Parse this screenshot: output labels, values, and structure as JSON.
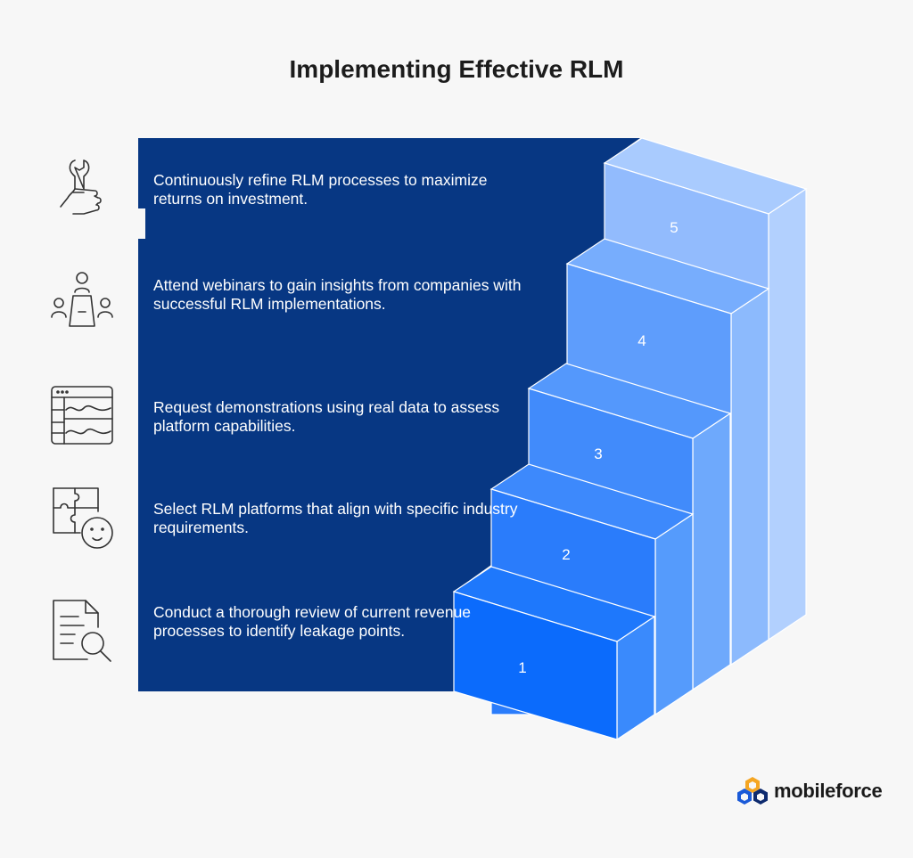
{
  "title": "Implementing Effective RLM",
  "colors": {
    "background": "#f7f7f7",
    "panel": "#073783",
    "step_fronts": [
      "#0b6bfc",
      "#2a7cfb",
      "#418bfb",
      "#5e9dfc",
      "#92bbfd"
    ],
    "step_tops": [
      "#1e78fc",
      "#3d89fc",
      "#5498fc",
      "#77adfd",
      "#a9cbfe"
    ],
    "step_sides": [
      "#3a8afc",
      "#559bfc",
      "#6ea9fc",
      "#8cbafd",
      "#b2d0fe"
    ]
  },
  "steps": [
    {
      "number": "1",
      "text": "Conduct a thorough review of current revenue processes to identify leakage points.",
      "icon": "document-search-icon"
    },
    {
      "number": "2",
      "text": "Select RLM platforms that align with specific industry requirements.",
      "icon": "puzzle-person-icon"
    },
    {
      "number": "3",
      "text": "Request demonstrations using real data to assess platform capabilities.",
      "icon": "dashboard-chart-icon"
    },
    {
      "number": "4",
      "text": "Attend webinars to gain insights from companies with successful RLM implementations.",
      "icon": "meeting-table-icon"
    },
    {
      "number": "5",
      "text": "Continuously refine RLM processes to maximize returns on investment.",
      "icon": "wrench-hand-icon"
    }
  ],
  "brand": {
    "name": "mobileforce",
    "icon": "mobileforce-logo-icon"
  }
}
